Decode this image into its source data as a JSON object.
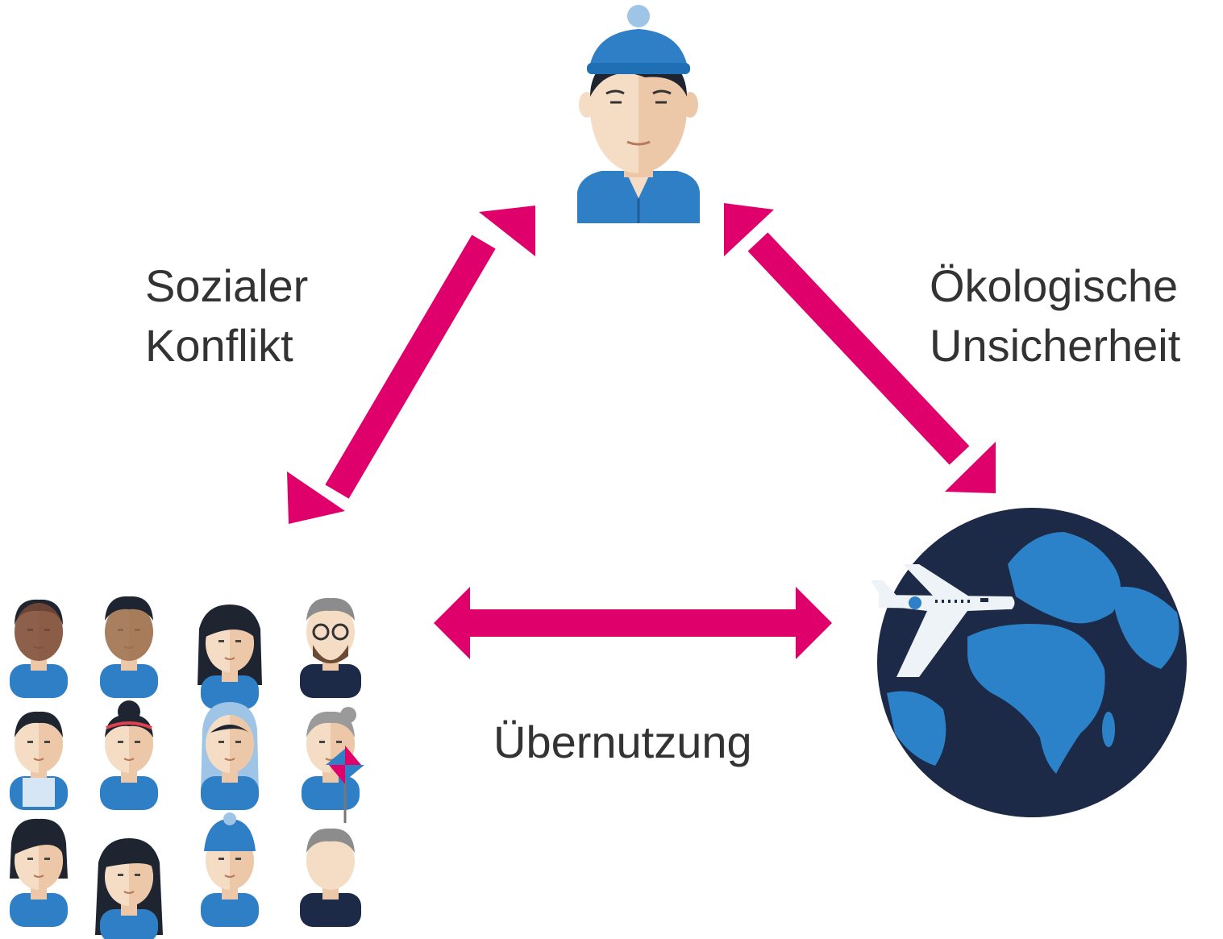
{
  "labels": {
    "social": {
      "line1": "Sozialer",
      "line2": "Konflikt"
    },
    "ecological": {
      "line1": "Ökologische",
      "line2": "Unsicherheit"
    },
    "overuse": "Übernutzung"
  },
  "colors": {
    "arrow": "#e0006b",
    "globe_ocean": "#1c2a47",
    "globe_land": "#2b82c8",
    "clothing_blue": "#2f7fc6",
    "skin_light": "#f5dcc5",
    "skin_shadow": "#ecc7a8",
    "hair_dark": "#1f2530",
    "text": "#333333"
  },
  "icons": {
    "individual": "person-with-beanie-icon",
    "society": "group-of-people-icon",
    "planet": "globe-with-airplane-icon"
  }
}
